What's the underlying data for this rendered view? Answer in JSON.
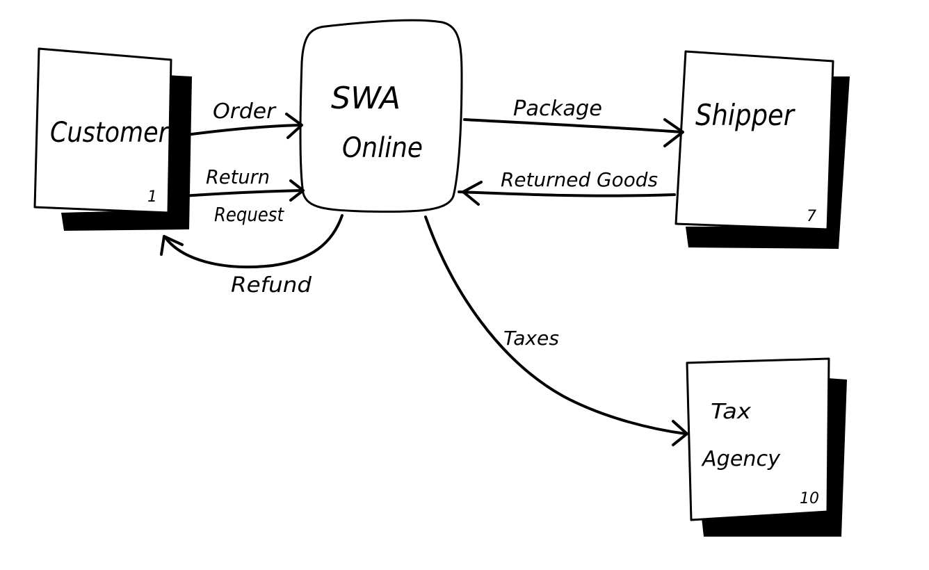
{
  "diagram": {
    "entities": {
      "customer": {
        "label": "Customer",
        "number": "1"
      },
      "process": {
        "line1": "SWA",
        "line2": "Online"
      },
      "shipper": {
        "label": "Shipper",
        "number": "7"
      },
      "tax_agency": {
        "line1": "Tax",
        "line2": "Agency",
        "number": "10"
      }
    },
    "flows": {
      "order": "Order",
      "return_request_line1": "Return",
      "return_request_line2": "Request",
      "refund": "Refund",
      "package": "Package",
      "returned_goods": "Returned Goods",
      "taxes": "Taxes"
    }
  }
}
